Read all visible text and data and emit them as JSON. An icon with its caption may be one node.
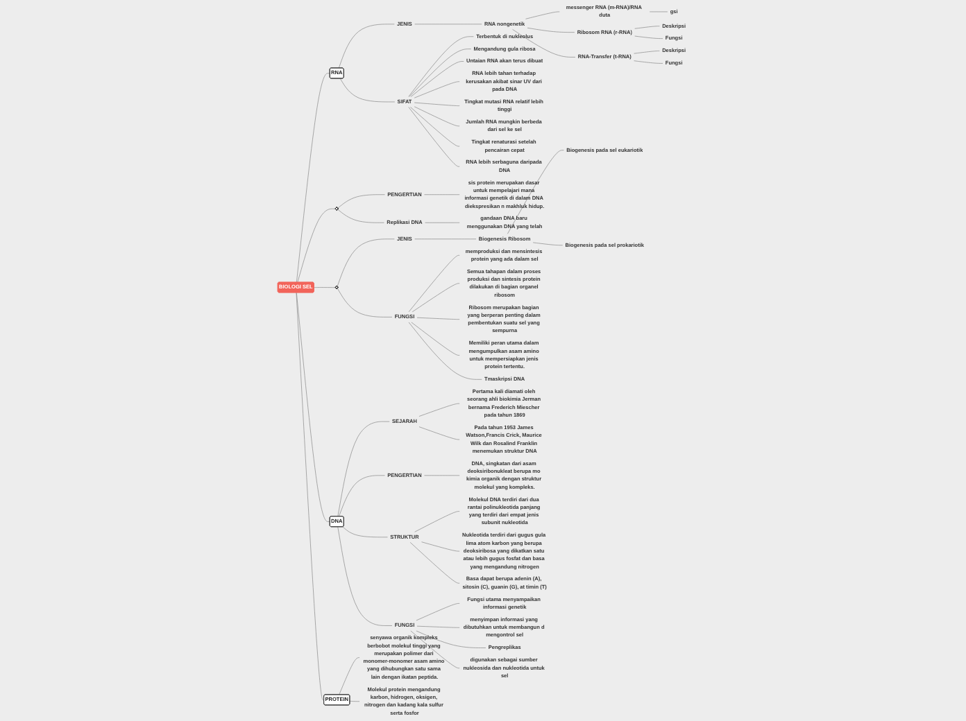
{
  "diagram": {
    "nodes": [
      {
        "text": [
          "BIOLOGI SEL"
        ]
      },
      {
        "text": [
          "RNA"
        ]
      },
      {
        "text": [
          "JENIS"
        ]
      },
      {
        "text": [
          "RNA nongenetik"
        ]
      },
      {
        "text": [
          "messenger RNA (m-RNA)/RNA duta"
        ]
      },
      {
        "text": [
          "gsi"
        ]
      },
      {
        "text": [
          "Ribosom RNA (r-RNA)"
        ]
      },
      {
        "text": [
          "Deskripsi"
        ]
      },
      {
        "text": [
          "Fungsi"
        ]
      },
      {
        "text": [
          "RNA-Transfer (t-RNA)"
        ]
      },
      {
        "text": [
          "Deskripsi"
        ]
      },
      {
        "text": [
          "Fungsi"
        ]
      },
      {
        "text": [
          "SIFAT"
        ]
      },
      {
        "text": [
          "Terbentuk di nukleolus"
        ]
      },
      {
        "text": [
          "Mengandung gula ribosa"
        ]
      },
      {
        "text": [
          "Untaian RNA akan terus dibuat"
        ]
      },
      {
        "text": [
          "RNA lebih tahan terhadap kerusakan akibat sinar UV dari pada DNA"
        ]
      },
      {
        "text": [
          "Tingkat mutasi RNA relatif lebih tinggi"
        ]
      },
      {
        "text": [
          "Jumlah RNA mungkin berbeda dari sel ke sel"
        ]
      },
      {
        "text": [
          "Tingkat renaturasi setelah pencairan cepat"
        ]
      },
      {
        "text": [
          "RNA lebih serbaguna daripada DNA"
        ]
      },
      {
        "text": [],
        "shape": "box"
      },
      {
        "text": [
          "PENGERTIAN"
        ]
      },
      {
        "text": [
          "sis protein merupakan dasar untuk mempelajari mana informasi genetik di dalam DNA diekspresikan n makhluk hidup."
        ]
      },
      {
        "text": [
          "Replikasi DNA"
        ]
      },
      {
        "text": [
          "gandaan DNA baru menggunakan DNA yang telah"
        ]
      },
      {
        "text": [],
        "shape": "box"
      },
      {
        "text": [
          "JENIS"
        ]
      },
      {
        "text": [
          "Biogenesis Ribosom"
        ]
      },
      {
        "text": [
          "Biogenesis pada sel eukariotik"
        ]
      },
      {
        "text": [
          "Biogenesis pada sel prokariotik"
        ]
      },
      {
        "text": [
          "FUNGSI"
        ]
      },
      {
        "text": [
          "memproduksi dan mensintesis protein yang ada dalam sel"
        ]
      },
      {
        "text": [
          "Semua tahapan dalam proses produksi dan sintesis protein dilakukan di bagian organel ribosom"
        ]
      },
      {
        "text": [
          "Ribosom merupakan bagian yang berperan penting dalam pembentukan suatu sel yang sempurna"
        ]
      },
      {
        "text": [
          "Memiliki peran utama dalam mengumpulkan asam amino untuk mempersiapkan jenis protein tertentu."
        ]
      },
      {
        "text": [
          "Tmaskripsi DNA"
        ]
      },
      {
        "text": [
          "DNA"
        ]
      },
      {
        "text": [
          "SEJARAH"
        ]
      },
      {
        "text": [
          "Pertama kali diamati oleh seorang ahli biokimia Jerman bernama Frederich Miescher pada tahun 1869"
        ]
      },
      {
        "text": [
          "Pada tahun 1953 James Watson,Francis Crick, Maurice Wilk dan Rosalind Franklin menemukan struktur DNA"
        ]
      },
      {
        "text": [
          "PENGERTIAN"
        ]
      },
      {
        "text": [
          "DNA, singkatan dari asam deoksiribonukleat berupa mo kimia organik dengan struktur molekul yang kompleks."
        ]
      },
      {
        "text": [
          "STRUKTUR"
        ]
      },
      {
        "text": [
          "Molekul DNA terdiri dari dua rantai polinukleotida panjang yang terdiri dari empat jenis subunit nukleotida"
        ]
      },
      {
        "text": [
          "Nukleotida terdiri dari gugus gula lima atom karbon yang berupa deoksiribosa yang dikatkan satu atau lebih gugus fosfat dan basa yang mengandung nitrogen"
        ]
      },
      {
        "text": [
          "Basa dapat berupa adenin (A), sitosin (C), guanin (G), at timin (T)"
        ]
      },
      {
        "text": [
          "FUNGSI"
        ]
      },
      {
        "text": [
          "Fungsi utama menyampaikan informasi genetik"
        ]
      },
      {
        "text": [
          "menyimpan informasi yang dibutuhkan untuk membangun d mengontrol sel"
        ]
      },
      {
        "text": [
          "Pengreplikas"
        ]
      },
      {
        "text": [
          "digunakan sebagai sumber nukleosida dan nukleotida untuk sel"
        ]
      },
      {
        "text": [
          "PROTEIN"
        ]
      },
      {
        "text": [
          "senyawa organik kompleks berbobot molekul tinggi yang merupakan polimer dari monomer-monomer asam amino yang dihubungkan satu sama lain dengan ikatan peptida."
        ]
      },
      {
        "text": [
          "Molekul protein mengandung karbon, hidrogen, oksigen, nitrogen dan kadang kala sulfur serta fosfor"
        ]
      }
    ],
    "edges": [
      {
        "from": 0,
        "to": 1,
        "arrow": "none"
      },
      {
        "from": 1,
        "to": 2,
        "arrow": "none"
      },
      {
        "from": 2,
        "to": 3,
        "arrow": "none"
      },
      {
        "from": 3,
        "to": 4,
        "arrow": "none"
      },
      {
        "from": 4,
        "to": 5,
        "arrow": "none"
      },
      {
        "from": 3,
        "to": 6,
        "arrow": "none"
      },
      {
        "from": 6,
        "to": 7,
        "arrow": "none"
      },
      {
        "from": 6,
        "to": 8,
        "arrow": "none"
      },
      {
        "from": 3,
        "to": 9,
        "arrow": "none"
      },
      {
        "from": 9,
        "to": 10,
        "arrow": "none"
      },
      {
        "from": 9,
        "to": 11,
        "arrow": "none"
      },
      {
        "from": 1,
        "to": 12,
        "arrow": "none"
      },
      {
        "from": 12,
        "to": 13,
        "arrow": "none"
      },
      {
        "from": 12,
        "to": 14,
        "arrow": "none"
      },
      {
        "from": 12,
        "to": 15,
        "arrow": "none"
      },
      {
        "from": 12,
        "to": 16,
        "arrow": "none"
      },
      {
        "from": 12,
        "to": 17,
        "arrow": "none"
      },
      {
        "from": 12,
        "to": 18,
        "arrow": "none"
      },
      {
        "from": 12,
        "to": 19,
        "arrow": "none"
      },
      {
        "from": 12,
        "to": 20,
        "arrow": "none"
      },
      {
        "from": 0,
        "to": 21,
        "arrow": "none"
      },
      {
        "from": 21,
        "to": 22,
        "arrow": "none"
      },
      {
        "from": 22,
        "to": 23,
        "arrow": "none"
      },
      {
        "from": 21,
        "to": 24,
        "arrow": "none"
      },
      {
        "from": 24,
        "to": 25,
        "arrow": "none"
      },
      {
        "from": 0,
        "to": 26,
        "arrow": "none"
      },
      {
        "from": 26,
        "to": 27,
        "arrow": "none"
      },
      {
        "from": 27,
        "to": 28,
        "arrow": "none"
      },
      {
        "from": 28,
        "to": 29,
        "arrow": "none"
      },
      {
        "from": 28,
        "to": 30,
        "arrow": "none"
      },
      {
        "from": 26,
        "to": 31,
        "arrow": "none"
      },
      {
        "from": 31,
        "to": 32,
        "arrow": "none"
      },
      {
        "from": 31,
        "to": 33,
        "arrow": "none"
      },
      {
        "from": 31,
        "to": 34,
        "arrow": "none"
      },
      {
        "from": 31,
        "to": 35,
        "arrow": "none"
      },
      {
        "from": 31,
        "to": 36,
        "arrow": "none"
      },
      {
        "from": 0,
        "to": 37,
        "arrow": "none"
      },
      {
        "from": 37,
        "to": 38,
        "arrow": "none"
      },
      {
        "from": 38,
        "to": 39,
        "arrow": "none"
      },
      {
        "from": 38,
        "to": 40,
        "arrow": "none"
      },
      {
        "from": 37,
        "to": 41,
        "arrow": "none"
      },
      {
        "from": 41,
        "to": 42,
        "arrow": "none"
      },
      {
        "from": 37,
        "to": 43,
        "arrow": "none"
      },
      {
        "from": 43,
        "to": 44,
        "arrow": "none"
      },
      {
        "from": 43,
        "to": 45,
        "arrow": "none"
      },
      {
        "from": 43,
        "to": 46,
        "arrow": "none"
      },
      {
        "from": 37,
        "to": 47,
        "arrow": "none"
      },
      {
        "from": 47,
        "to": 48,
        "arrow": "none"
      },
      {
        "from": 47,
        "to": 49,
        "arrow": "none"
      },
      {
        "from": 47,
        "to": 50,
        "arrow": "none"
      },
      {
        "from": 47,
        "to": 51,
        "arrow": "none"
      },
      {
        "from": 0,
        "to": 52,
        "arrow": "none"
      },
      {
        "from": 52,
        "to": 53,
        "arrow": "none"
      },
      {
        "from": 52,
        "to": 54,
        "arrow": "none"
      }
    ]
  }
}
